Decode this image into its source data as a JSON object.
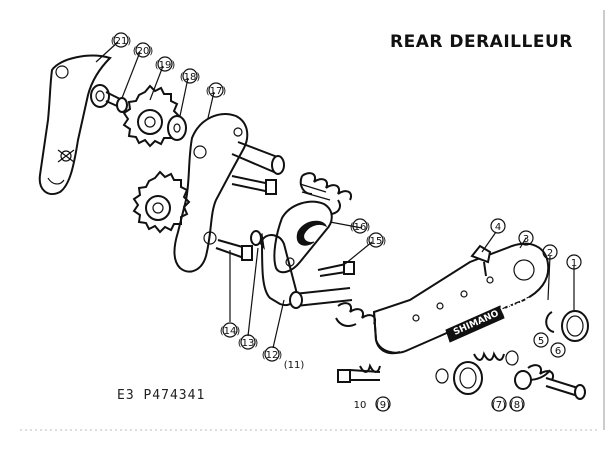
{
  "title": "REAR DERAILLEUR",
  "catalog_code": "E3  P474341",
  "cage_brand_text": "SHIMANO EAGLE",
  "callouts": {
    "c1": "1",
    "c2": "2",
    "c3": "3",
    "c4": "4",
    "c5": "5",
    "c6": "6",
    "c7": "(7)",
    "c8": "(8)",
    "c9": "(9)",
    "c10": "10",
    "c11": "(11)",
    "c12": "(12)",
    "c13": "(13)",
    "c14": "(14)",
    "c15": "(15)",
    "c16": "(16)",
    "c17": "(17)",
    "c18": "(18)",
    "c19": "(19)",
    "c20": "(20)",
    "c21": "(21)"
  }
}
